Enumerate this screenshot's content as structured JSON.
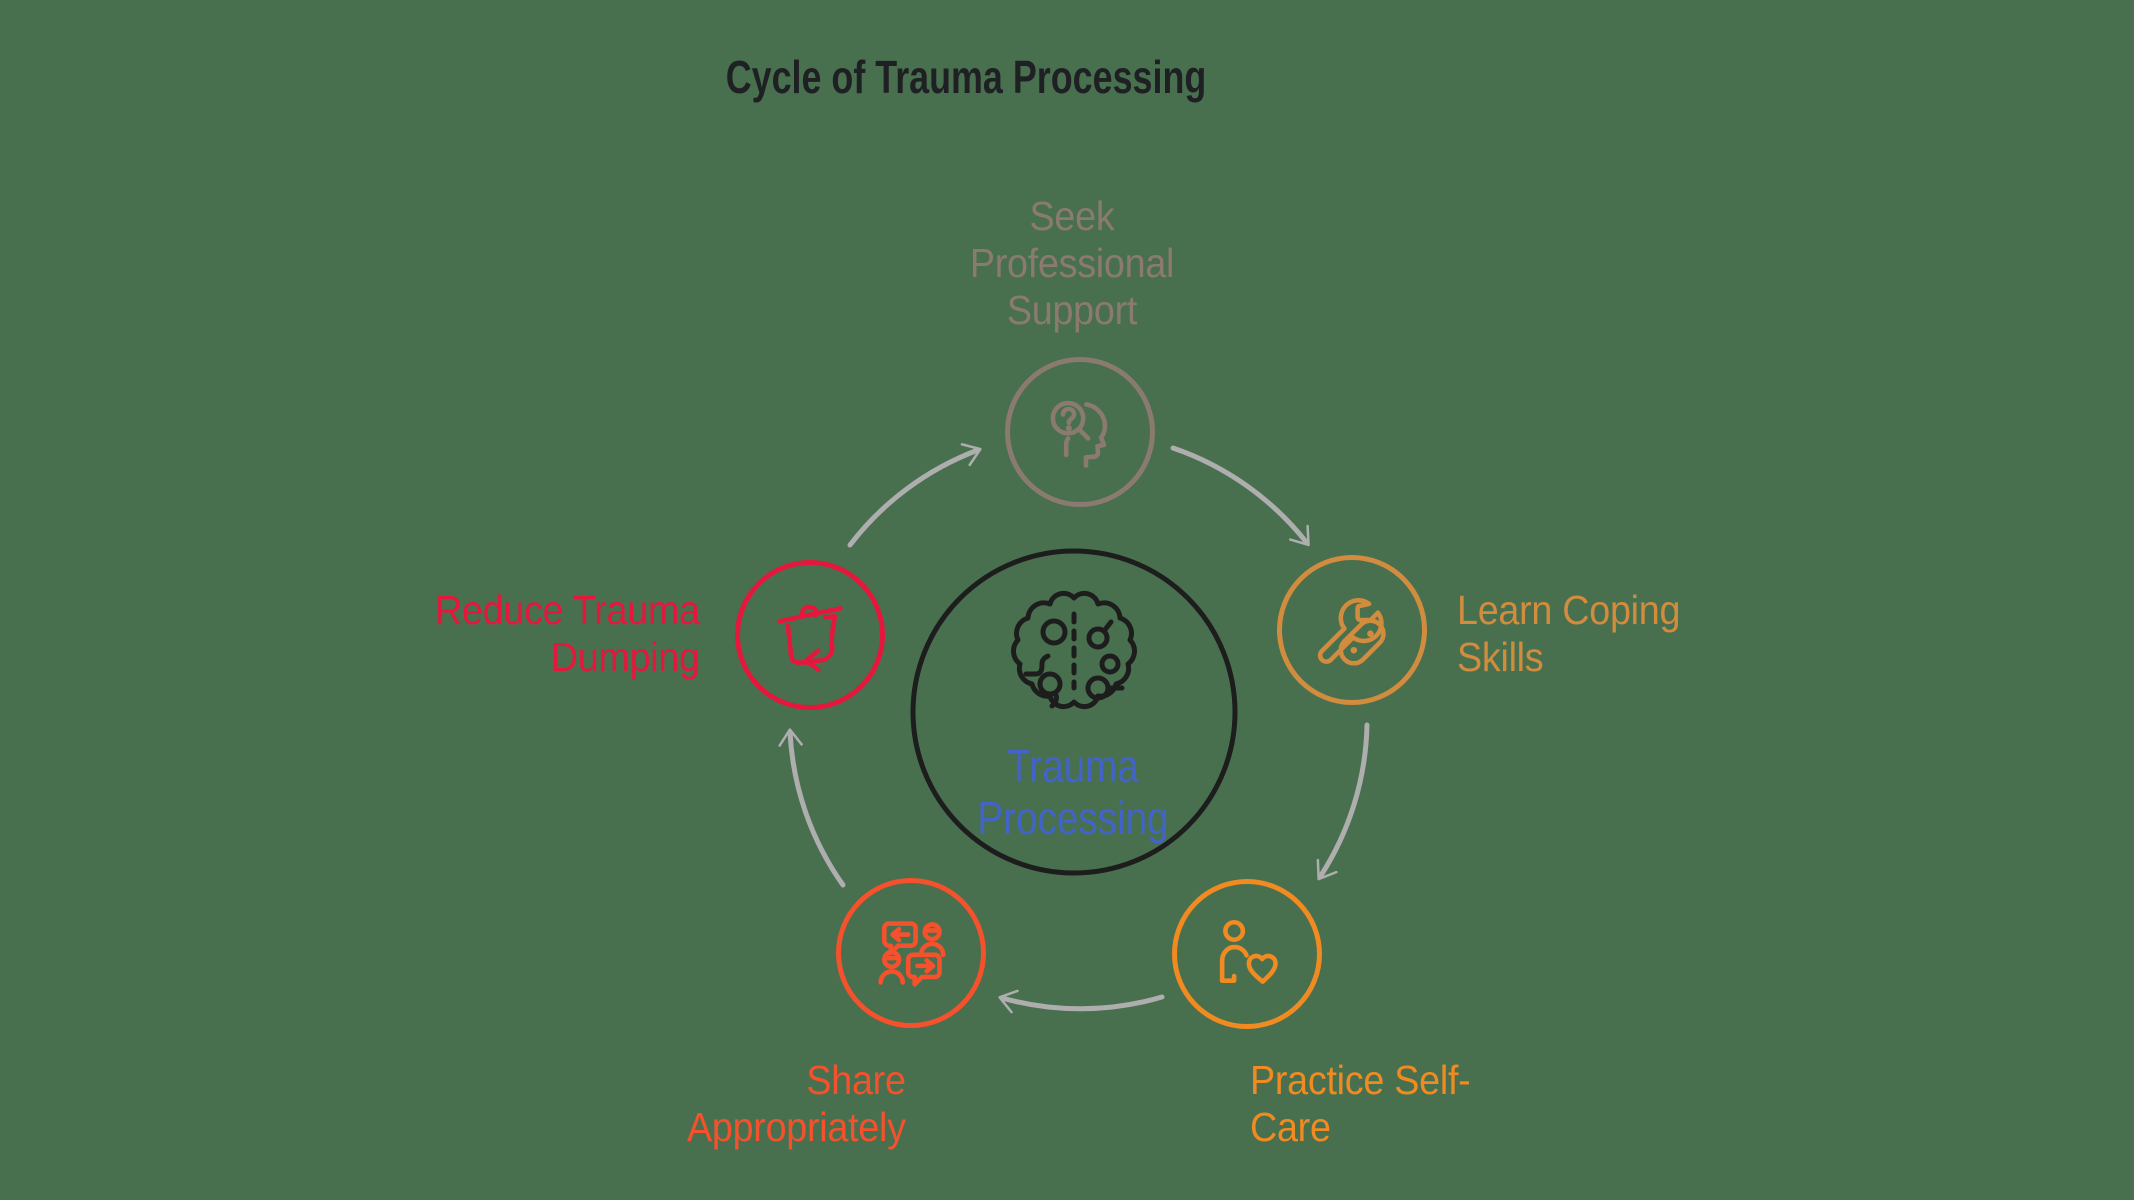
{
  "title": "Cycle of Trauma Processing",
  "background_color": "#48704f",
  "title_color": "#1f2023",
  "arrows": {
    "color": "#aeaeae",
    "direction": "clockwise"
  },
  "center": {
    "label": "Trauma\nProcessing",
    "label_color": "#4263c7",
    "ring_color": "#1d1d1d",
    "icon": "brain-circuit-icon"
  },
  "nodes": [
    {
      "id": "seek-professional-support",
      "label": "Seek\nProfessional\nSupport",
      "color": "#8b7a6f",
      "icon": "head-search-question-icon"
    },
    {
      "id": "learn-coping-skills",
      "label": "Learn Coping\nSkills",
      "color": "#d18c3e",
      "icon": "wrench-tools-icon"
    },
    {
      "id": "practice-self-care",
      "label": "Practice Self-\nCare",
      "color": "#f08a21",
      "icon": "person-heart-icon"
    },
    {
      "id": "share-appropriately",
      "label": "Share\nAppropriately",
      "color": "#f4512c",
      "icon": "people-speech-bubbles-icon"
    },
    {
      "id": "reduce-trauma-dumping",
      "label": "Reduce Trauma\nDumping",
      "color": "#e5173d",
      "icon": "trash-return-arrow-icon"
    }
  ]
}
